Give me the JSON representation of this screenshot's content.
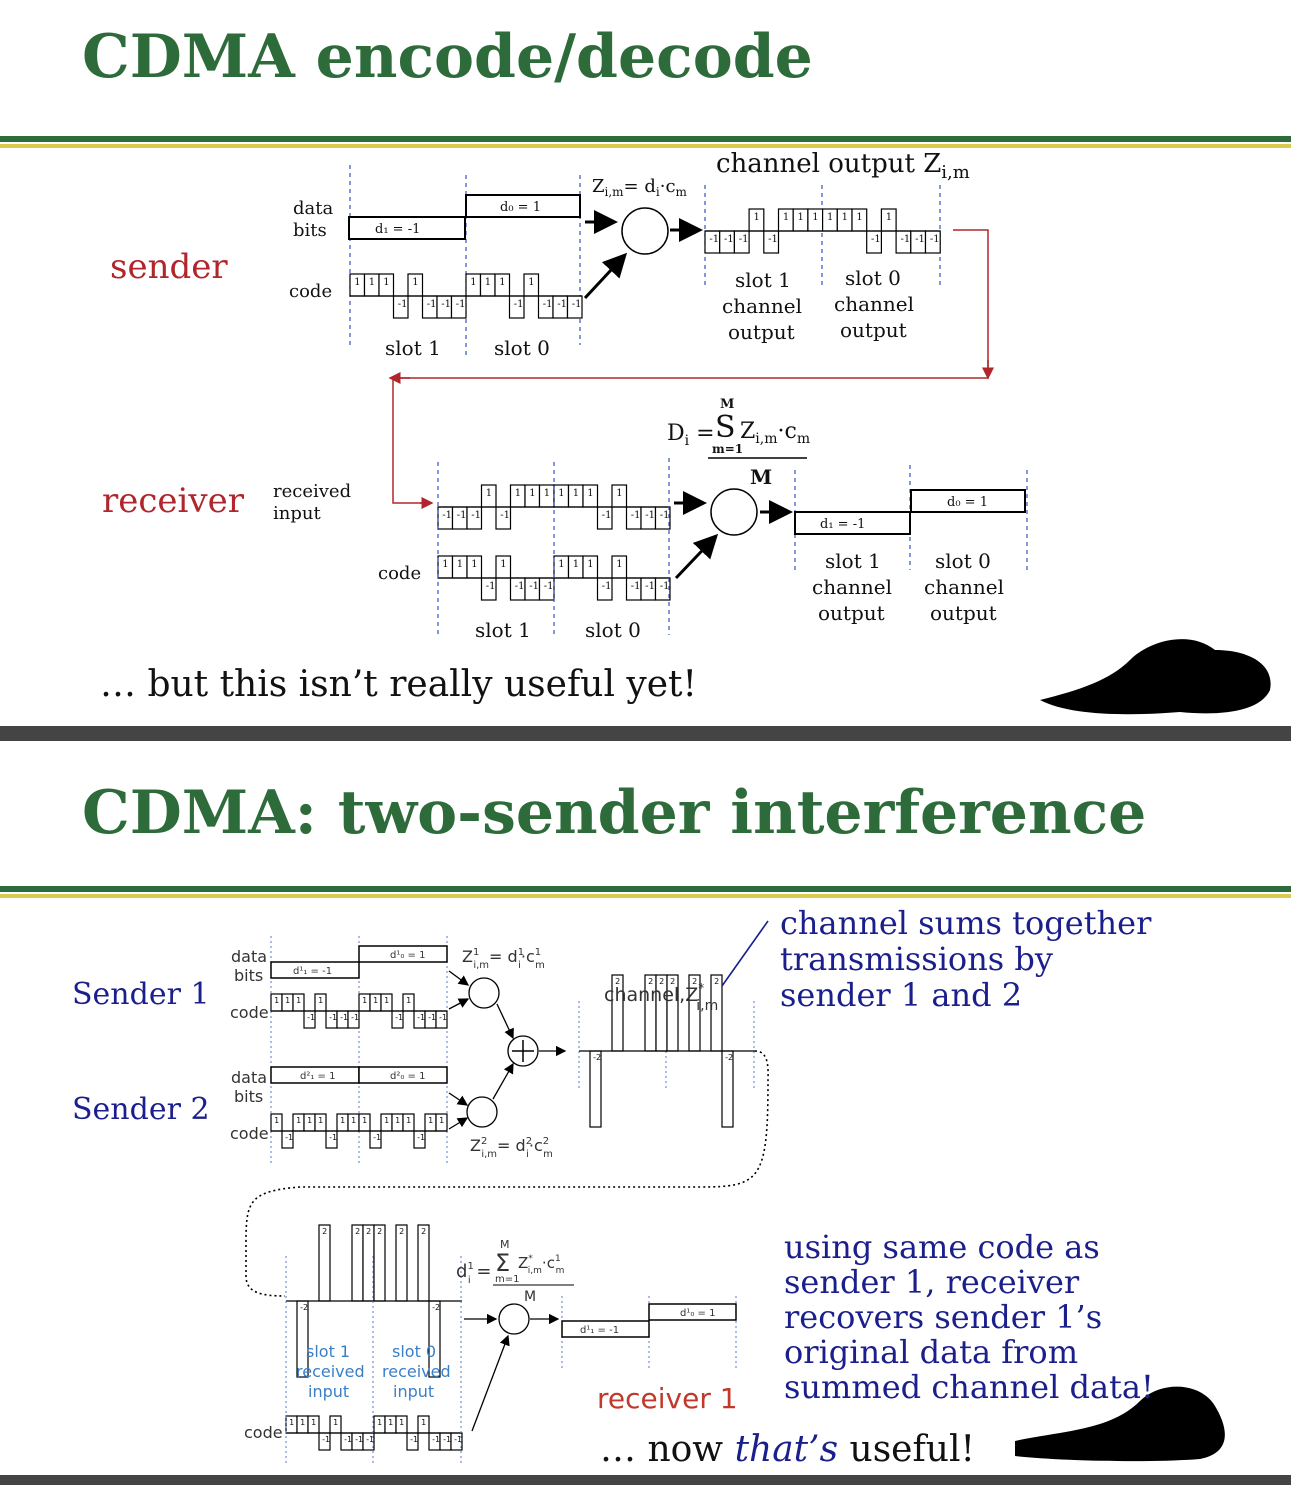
{
  "slide1": {
    "title": "CDMA encode/decode",
    "sender_label": "sender",
    "receiver_label": "receiver",
    "data_bits_label": "data\nbits",
    "code_label": "code",
    "received_input_label": "received\ninput",
    "d1_label": "d₁ = -1",
    "d0_label": "d₀ = 1",
    "slot1_label": "slot 1",
    "slot0_label": "slot 0",
    "formula_z": "Zᵢ,ₘ= dᵢ·cₘ",
    "channel_output_label": "channel output Z",
    "channel_output_sub": "i,m",
    "slot1_channel_output": "slot 1\nchannel\noutput",
    "slot0_channel_output": "slot 0\nchannel\noutput",
    "formula_d": "D",
    "formula_M": "M",
    "formula_sum_bottom": "m=1",
    "formula_sum_top": "M",
    "bottom_text": "… but this isn’t really useful yet!"
  },
  "slide2": {
    "title": "CDMA: two-sender interference",
    "sender1_label": "Sender 1",
    "sender2_label": "Sender 2",
    "data_label": "data",
    "bits_label": "bits",
    "code_label": "code",
    "d11_label": "d¹₁ = -1",
    "d10_label": "d¹₀ = 1",
    "d21_label": "d²₁ = 1",
    "d20_label": "d²₀ = 1",
    "z1_formula": "Z¹ᵢ,ₘ= d¹ᵢ·c¹ₘ",
    "z2_formula": "Z²ᵢ,ₘ= d²ᵢ·c²ₘ",
    "channel_label": "channel, Z*ᵢ,ₘ",
    "note_top": "channel sums together\ntransmissions by\nsender 1 and 2",
    "note_bottom": "using same code as\nsender 1, receiver\nrecovers sender 1’s\noriginal data from\nsummed channel data!",
    "slot1_received": "slot 1\nreceived\ninput",
    "slot0_received": "slot 0\nreceived\ninput",
    "receiver1_label": "receiver 1",
    "bottom_prefix": "… now ",
    "bottom_em": "that’s",
    "bottom_suffix": " useful!",
    "d_formula": "d¹ᵢ ="
  },
  "colors": {
    "title_green": "#2e6b3a",
    "gold": "#d9c94e",
    "red": "#b0262c",
    "blue": "#1b1f8c",
    "gridblue": "#5577cc"
  }
}
